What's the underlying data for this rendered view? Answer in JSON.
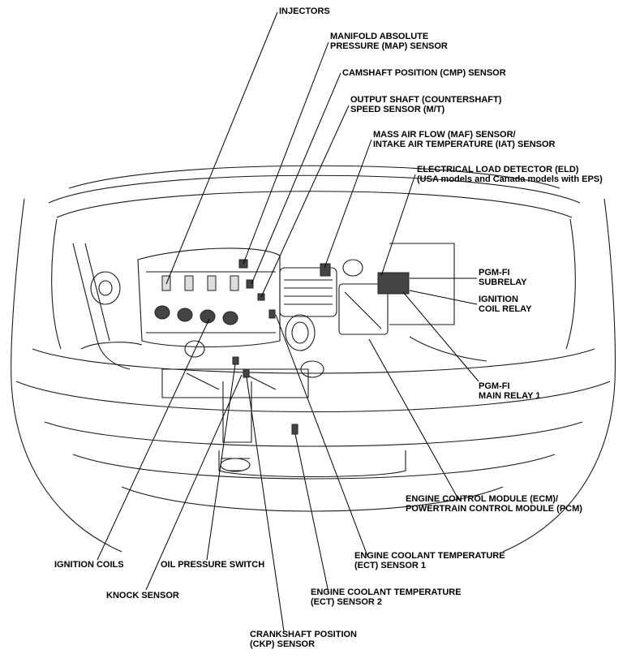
{
  "labels": {
    "injectors": [
      "INJECTORS"
    ],
    "map_sensor": [
      "MANIFOLD ABSOLUTE",
      "PRESSURE (MAP) SENSOR"
    ],
    "cmp_sensor": [
      "CAMSHAFT POSITION (CMP) SENSOR"
    ],
    "output_shaft": [
      "OUTPUT SHAFT (COUNTERSHAFT)",
      "SPEED SENSOR (M/T)"
    ],
    "maf_iat": [
      "MASS AIR FLOW (MAF) SENSOR/",
      "INTAKE AIR TEMPERATURE (IAT) SENSOR"
    ],
    "eld": [
      "ELECTRICAL LOAD DETECTOR (ELD)",
      "(USA models and Canada models with EPS)"
    ],
    "pgmfi_subrelay": [
      "PGM-FI",
      "SUBRELAY"
    ],
    "ignition_coil_relay": [
      "IGNITION",
      "COIL RELAY"
    ],
    "pgmfi_main_relay": [
      "PGM-FI",
      "MAIN RELAY 1"
    ],
    "ecm_pcm": [
      "ENGINE CONTROL MODULE (ECM)/",
      "POWERTRAIN CONTROL MODULE (PCM)"
    ],
    "ect1": [
      "ENGINE COOLANT TEMPERATURE",
      "(ECT) SENSOR 1"
    ],
    "ect2": [
      "ENGINE COOLANT TEMPERATURE",
      "(ECT) SENSOR 2"
    ],
    "ignition_coils": [
      "IGNITION COILS"
    ],
    "oil_pressure": [
      "OIL PRESSURE SWITCH"
    ],
    "knock_sensor": [
      "KNOCK SENSOR"
    ],
    "ckp_sensor": [
      "CRANKSHAFT POSITION",
      "(CKP) SENSOR"
    ]
  }
}
